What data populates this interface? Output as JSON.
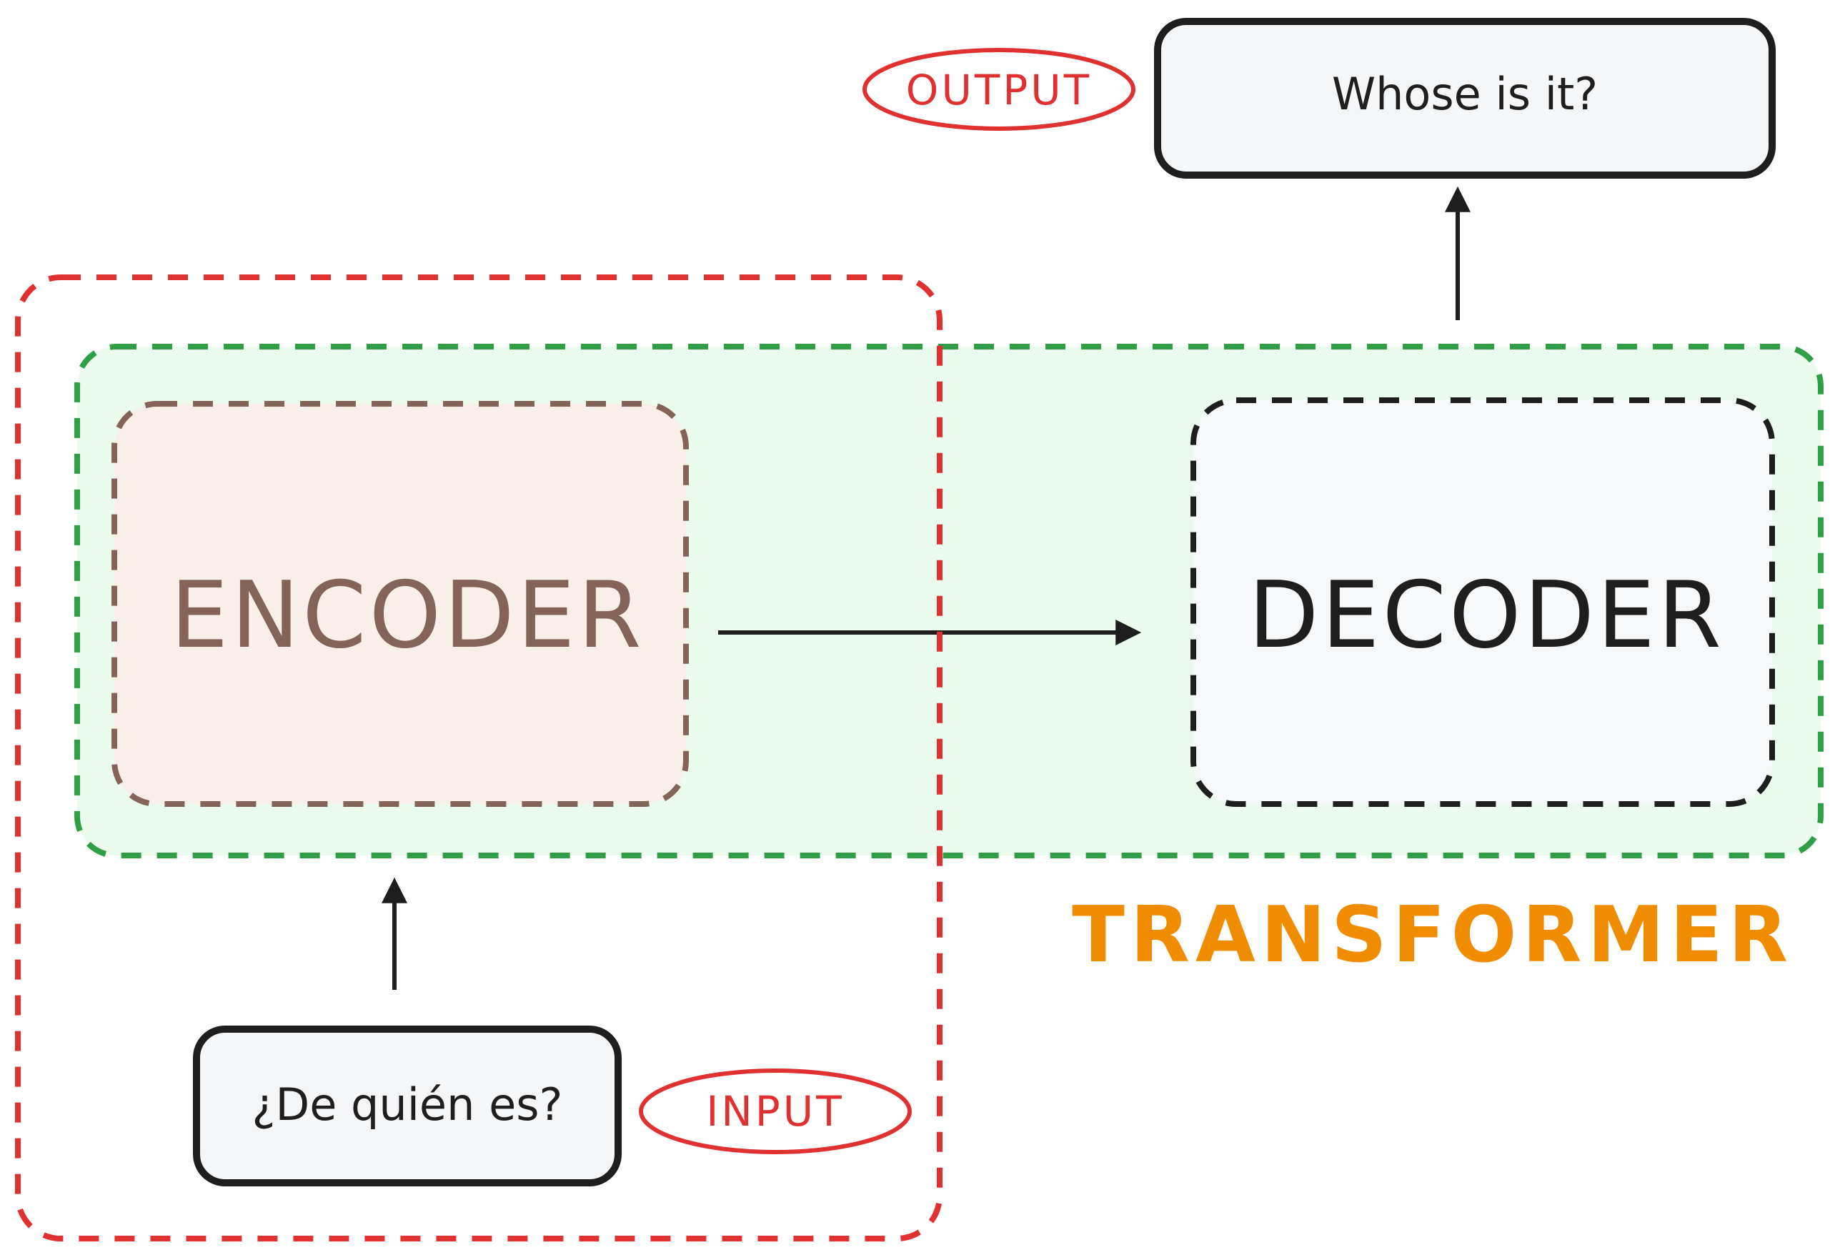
{
  "diagram": {
    "encoder": {
      "label": "ENCODER",
      "color": "#846358",
      "fill": "#f8efeb"
    },
    "decoder": {
      "label": "DECODER",
      "color": "#1e1e1e",
      "fill": "#f6f8fa"
    },
    "transformer": {
      "label": "TRANSFORMER",
      "color": "#f08c00",
      "border": "#2f9e44",
      "fill": "#ebfbee"
    },
    "input": {
      "text": "¿De quién es?",
      "tag": "INPUT"
    },
    "output": {
      "text": "Whose is it?",
      "tag": "OUTPUT"
    },
    "boundary": {
      "color": "#e03131"
    },
    "node_fill": "#f4f6f8",
    "stroke": "#1e1e1e"
  }
}
